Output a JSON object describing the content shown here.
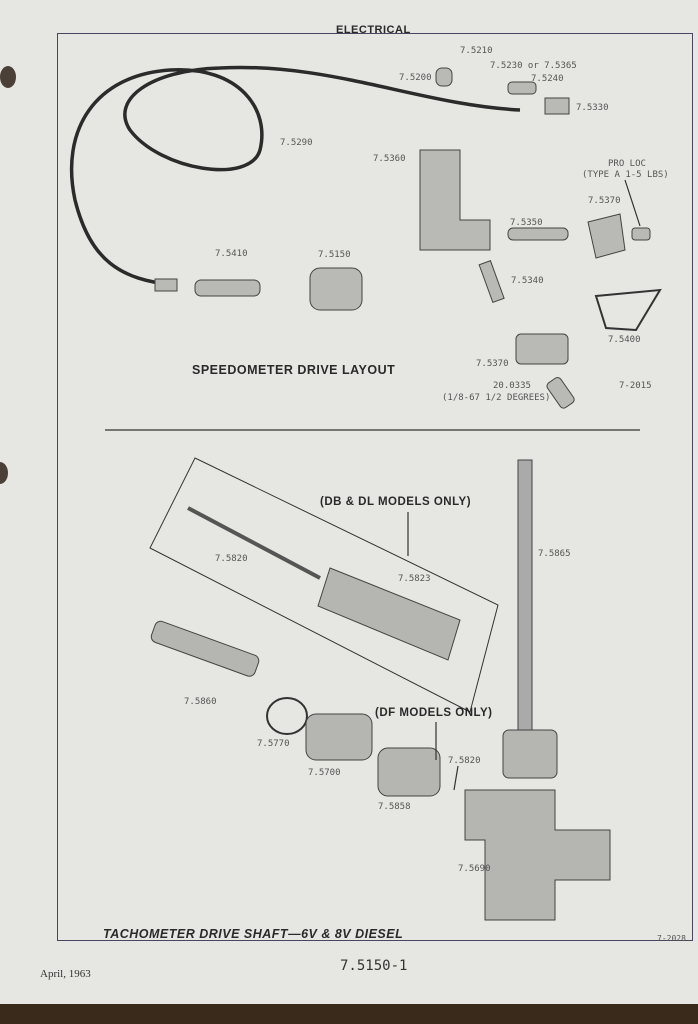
{
  "header": {
    "section": "ELECTRICAL"
  },
  "speedometer": {
    "title": "SPEEDOMETER DRIVE LAYOUT",
    "parts": [
      "7.5210",
      "7.5230 or 7.5365",
      "7.5200",
      "7.5240",
      "7.5330",
      "7.5290",
      "7.5360",
      "PRO LOC",
      "(TYPE A 1-5 LBS)",
      "7.5370",
      "7.5350",
      "7.5410",
      "7.5150",
      "7.5340",
      "7.5400",
      "7.5370",
      "20.0335",
      "(1/8-67 1/2 DEGREES)",
      "7-2015"
    ]
  },
  "tachometer": {
    "title": "TACHOMETER DRIVE SHAFT—6V & 8V DIESEL",
    "note_db_dl": "(DB & DL MODELS ONLY)",
    "note_df": "(DF MODELS ONLY)",
    "parts": [
      "7.5820",
      "7.5823",
      "7.5865",
      "7.5860",
      "7.5770",
      "7.5700",
      "7.5858",
      "7.5820",
      "7.5690",
      "7-2028"
    ]
  },
  "footer": {
    "date": "April, 1963",
    "page_number": "7.5150-1"
  }
}
